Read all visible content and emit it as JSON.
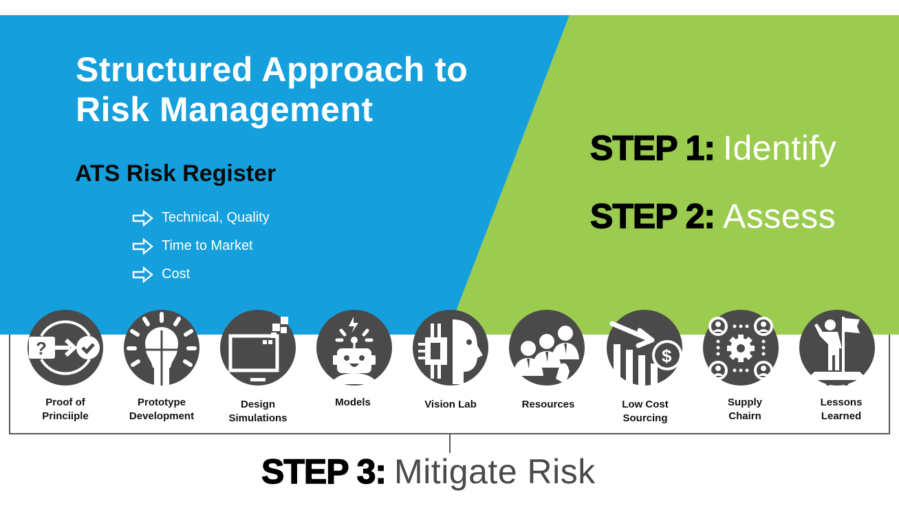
{
  "colors": {
    "blue": "#159fdc",
    "green": "#9bcc50",
    "icon_gray": "#4a4a4a",
    "bracket": "#555555"
  },
  "header": {
    "title_line1": "Structured Approach to",
    "title_line2": "Risk Management",
    "register_title": "ATS Risk Register",
    "register_items": [
      "Technical, Quality",
      "Time to Market",
      "Cost"
    ]
  },
  "steps": [
    {
      "label": "STEP 1:",
      "word": "Identify"
    },
    {
      "label": "STEP 2:",
      "word": "Assess"
    },
    {
      "label": "STEP 3:",
      "word": "Mitigate Risk"
    }
  ],
  "mitigation_items": [
    {
      "icon": "proof-check-icon",
      "line1": "Proof of",
      "line2": "Princiiple"
    },
    {
      "icon": "puzzle-bulb-icon",
      "line1": "Prototype",
      "line2": "Development"
    },
    {
      "icon": "monitor-pixels-icon",
      "line1": "Design",
      "line2": "Simulations"
    },
    {
      "icon": "robot-icon",
      "line1": "Models",
      "line2": ""
    },
    {
      "icon": "ai-face-icon",
      "line1": "Vision Lab",
      "line2": ""
    },
    {
      "icon": "people-icon",
      "line1": "Resources",
      "line2": ""
    },
    {
      "icon": "cost-down-icon",
      "line1": "Low Cost",
      "line2": "Sourcing"
    },
    {
      "icon": "network-gear-icon",
      "line1": "Supply",
      "line2": "Chairn"
    },
    {
      "icon": "flag-person-icon",
      "line1": "Lessons",
      "line2": "Learned"
    }
  ]
}
